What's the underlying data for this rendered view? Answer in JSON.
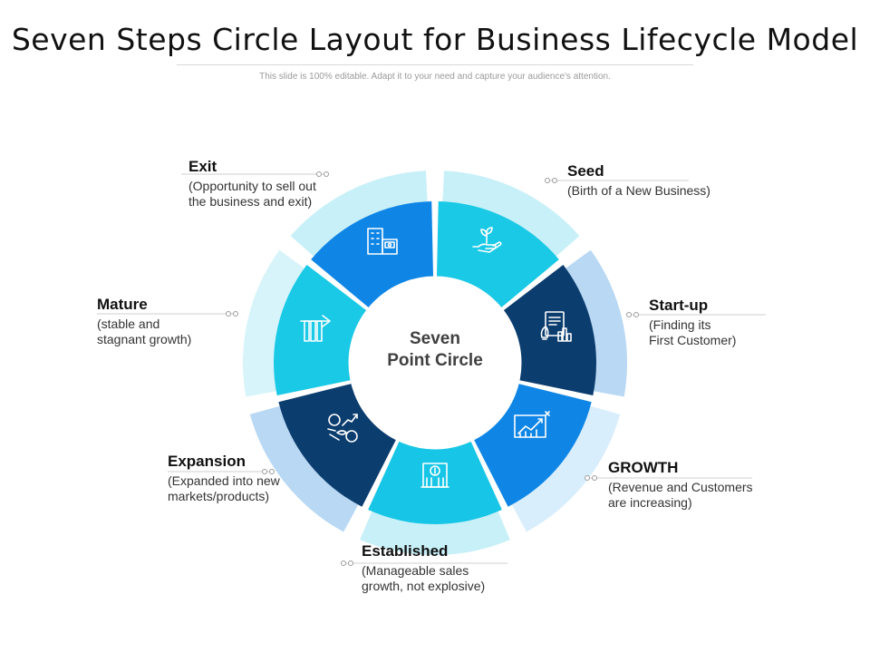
{
  "title": "Seven Steps Circle Layout for Business Lifecycle Model",
  "subtitle": "This slide is 100% editable. Adapt it to your need and capture your audience's attention.",
  "center": {
    "line1": "Seven",
    "line2": "Point Circle"
  },
  "steps": [
    {
      "title": "Seed",
      "desc": "(Birth of a New Business)",
      "icon": "plant-in-hand-icon",
      "color": "#19c9e6",
      "arc_color": "#c8f0f8"
    },
    {
      "title": "Start-up",
      "desc": "(Finding its\nFirst Customer)",
      "icon": "rocket-document-icon",
      "color": "#0b3d6e",
      "arc_color": "#b8d8f4"
    },
    {
      "title": "GROWTH",
      "desc": "(Revenue and Customers\nare increasing)",
      "icon": "growth-chart-icon",
      "color": "#0f86e6",
      "arc_color": "#d9eefc"
    },
    {
      "title": "Established",
      "desc": "(Manageable  sales\ngrowth, not explosive)",
      "icon": "bank-building-icon",
      "color": "#17c6e6",
      "arc_color": "#c8f0f8"
    },
    {
      "title": "Expansion",
      "desc": "(Expanded into new\nmarkets/products)",
      "icon": "exchange-cycle-icon",
      "color": "#0b3d6e",
      "arc_color": "#b8d8f4"
    },
    {
      "title": "Mature",
      "desc": "(stable and\nstagnant growth)",
      "icon": "pillars-arrow-icon",
      "color": "#19c9e6",
      "arc_color": "#d6f4fa"
    },
    {
      "title": "Exit",
      "desc": "(Opportunity to sell out\nthe business and exit)",
      "icon": "building-money-icon",
      "color": "#0f86e6",
      "arc_color": "#c8f0f8"
    }
  ]
}
